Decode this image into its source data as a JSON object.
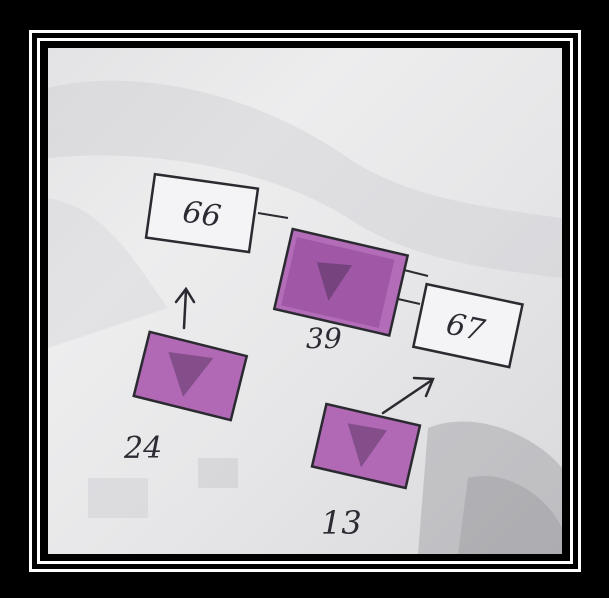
{
  "diagram": {
    "boxes": [
      {
        "id": "box-66",
        "label": "66",
        "filled": false
      },
      {
        "id": "box-39",
        "label": "39",
        "filled": true
      },
      {
        "id": "box-67",
        "label": "67",
        "filled": false
      },
      {
        "id": "box-24",
        "label": "24",
        "filled": true
      },
      {
        "id": "box-13",
        "label": "13",
        "filled": true
      }
    ]
  },
  "colors": {
    "fill": "#a04aa6",
    "ink": "#2a2a30",
    "frame": "#ffffff",
    "background": "#000000"
  }
}
